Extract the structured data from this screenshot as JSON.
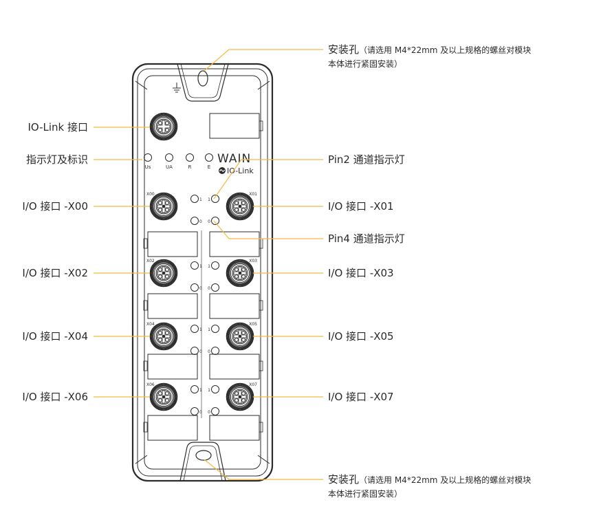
{
  "colors": {
    "leader_line": "#F5B942",
    "device_stroke": "#2b2b2b",
    "text": "#2a2a2a"
  },
  "device": {
    "brand": "WAIN",
    "protocol_logo": "IO-Link",
    "ground_symbol": "ground-icon",
    "status_leds": [
      "Us",
      "UA",
      "R",
      "E"
    ],
    "ports": [
      {
        "id": "X00",
        "side": "left"
      },
      {
        "id": "X01",
        "side": "right"
      },
      {
        "id": "X02",
        "side": "left"
      },
      {
        "id": "X03",
        "side": "right"
      },
      {
        "id": "X04",
        "side": "left"
      },
      {
        "id": "X05",
        "side": "right"
      },
      {
        "id": "X06",
        "side": "left"
      },
      {
        "id": "X07",
        "side": "right"
      }
    ],
    "channel_led_labels": [
      "1",
      "0"
    ]
  },
  "labels": {
    "mount_top": {
      "title": "安装孔",
      "detail": "（请选用 M4*22mm 及以上规格的螺丝对模块",
      "detail2": "本体进行紧固安装）"
    },
    "mount_bottom": {
      "title": "安装孔",
      "detail": "（请选用 M4*22mm 及以上规格的螺丝对模块",
      "detail2": "本体进行紧固安装）"
    },
    "iolink_port": "IO-Link 接口",
    "indicators": "指示灯及标识",
    "pin2": "Pin2 通道指示灯",
    "pin4": "Pin4 通道指示灯",
    "x00": "I/O 接口 -X00",
    "x01": "I/O 接口 -X01",
    "x02": "I/O 接口 -X02",
    "x03": "I/O 接口 -X03",
    "x04": "I/O 接口 -X04",
    "x05": "I/O 接口 -X05",
    "x06": "I/O 接口 -X06",
    "x07": "I/O 接口 -X07"
  }
}
